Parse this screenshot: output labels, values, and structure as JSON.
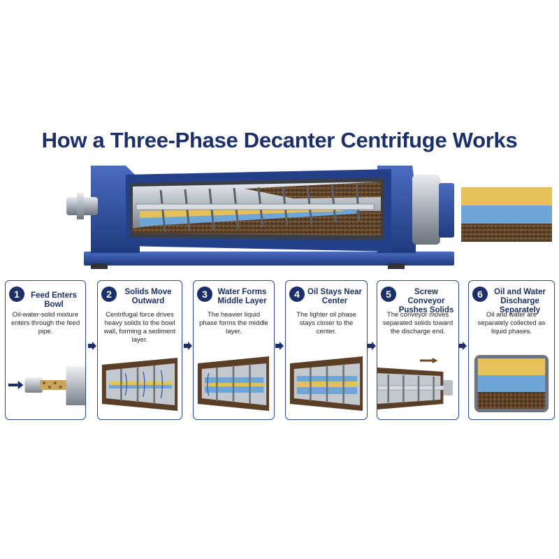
{
  "title": "How a Three-Phase Decanter Centrifuge Works",
  "colors": {
    "navy": "#1a2f6b",
    "frame_blue": "#2e4e9a",
    "oil": "#e6c15a",
    "water": "#6fa6d8",
    "solids": "#5a3f26",
    "steel": "#b9bec6"
  },
  "steps": [
    {
      "number": "1",
      "title": "Feed Enters Bowl",
      "description": "Oil-water-solid mixture enters through the feed pipe."
    },
    {
      "number": "2",
      "title": "Solids Move Outward",
      "description": "Centrifugal force drives heavy solids to the bowl wall, forming a sediment layer."
    },
    {
      "number": "3",
      "title": "Water Forms Middle Layer",
      "description": "The heavier liquid phase forms the middle layer."
    },
    {
      "number": "4",
      "title": "Oil Stays Near Center",
      "description": "The lighter oil phase stays closer to the center."
    },
    {
      "number": "5",
      "title": "Screw Conveyor Pushes Solids",
      "description": "The conveyor moves separated solids toward the discharge end."
    },
    {
      "number": "6",
      "title": "Oil and Water Discharge Separately",
      "description": "Oil and water are separately collected as liquid phases."
    }
  ]
}
